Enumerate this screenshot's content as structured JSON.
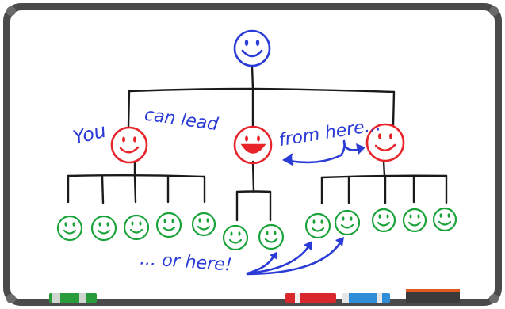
{
  "title": "Leadership from any position",
  "annotations": {
    "you": "You",
    "can_lead": "can lead",
    "from_here": "from here...",
    "or_here": "... or here!"
  },
  "colors": {
    "ink_blue": "#2b3bd6",
    "leader_red": "#e8242b",
    "staff_green": "#1aa33a",
    "line_black": "#1a1a1a",
    "board_frame": "#4a4a4a",
    "board_surface": "#ffffff",
    "marker_green": "#2a9b3a",
    "marker_red": "#d8272d",
    "marker_blue": "#2e8fd8",
    "eraser_dark": "#3a3a3a",
    "eraser_orange": "#e05a1e"
  },
  "icons": {
    "top_node": "smiley-face-icon",
    "middle_nodes": "smiley-face-icon",
    "bottom_nodes": "smiley-face-icon",
    "markers": "marker-icon",
    "eraser": "eraser-icon"
  },
  "hierarchy": {
    "top": {
      "label": "",
      "color": "blue"
    },
    "middle": [
      {
        "label": "",
        "color": "red",
        "children": 5
      },
      {
        "label": "",
        "color": "red",
        "children": 2
      },
      {
        "label": "",
        "color": "red",
        "children": 5
      }
    ]
  }
}
